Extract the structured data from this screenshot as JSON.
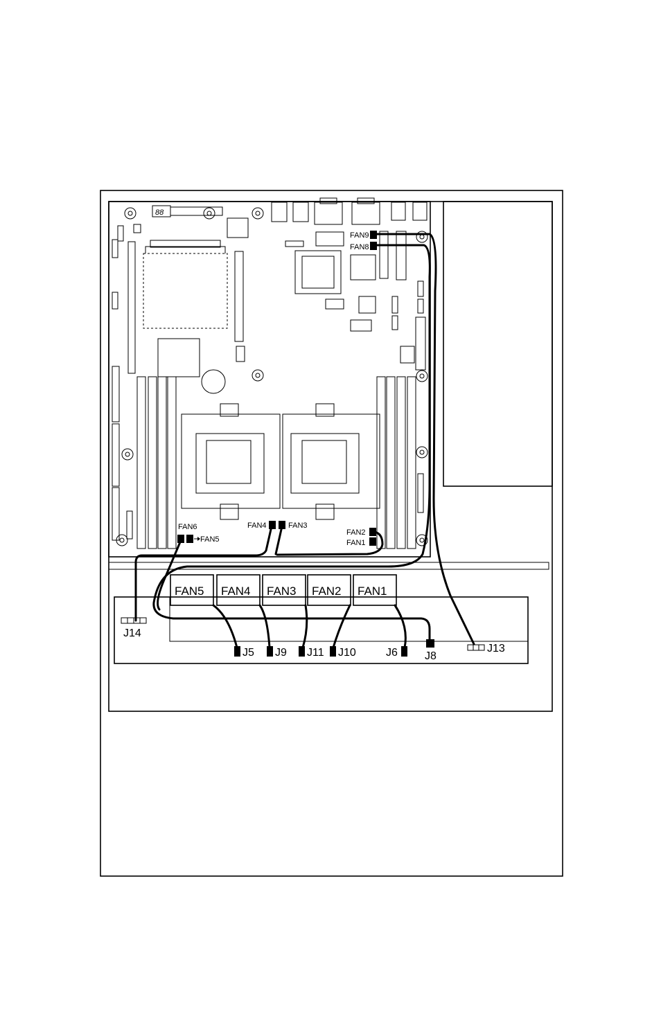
{
  "labels": {
    "fan9": "FAN9",
    "fan8": "FAN8",
    "fan6": "FAN6",
    "fan5_arrow": "FAN5",
    "fan4": "FAN4",
    "fan3": "FAN3",
    "fan2": "FAN2",
    "fan1": "FAN1",
    "display": "88"
  },
  "fans": [
    {
      "label": "FAN5"
    },
    {
      "label": "FAN4"
    },
    {
      "label": "FAN3"
    },
    {
      "label": "FAN2"
    },
    {
      "label": "FAN1"
    }
  ],
  "connectors": {
    "j14": "J14",
    "j5": "J5",
    "j9": "J9",
    "j11": "J11",
    "j10": "J10",
    "j6": "J6",
    "j8": "J8",
    "j13": "J13"
  }
}
